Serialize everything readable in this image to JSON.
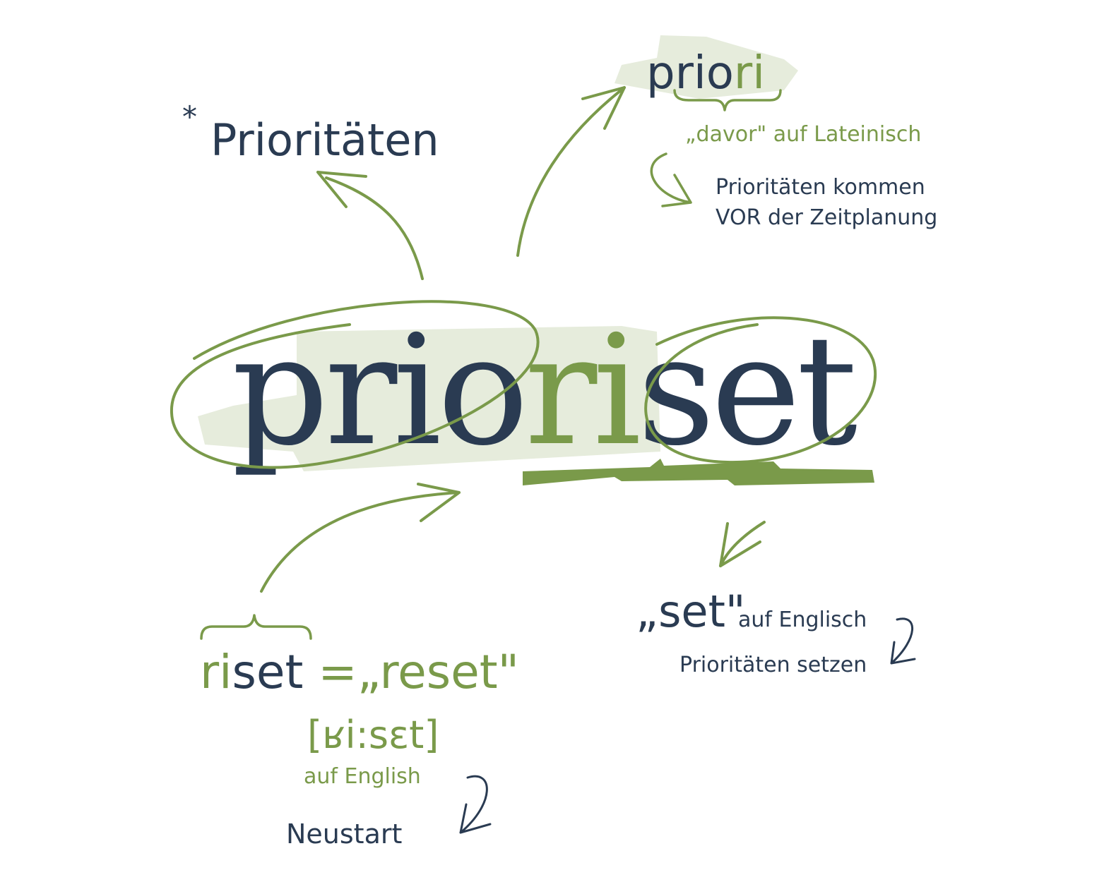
{
  "main_word": {
    "part1": "prio",
    "part2": "ri",
    "part3": "set"
  },
  "top_left": {
    "asterisk": "*",
    "label": "Prioritäten"
  },
  "top_right": {
    "word_a": "prio",
    "word_b": "ri",
    "gloss": "„davor\" auf Lateinisch",
    "note_line1": "Prioritäten kommen",
    "note_line2": "VOR der Zeitplanung"
  },
  "bottom_left": {
    "riset_a": "ri",
    "riset_b": "set",
    "equals": " =„reset\"",
    "phonetic": "[ʁi:sɛt]",
    "language": "auf English",
    "meaning": "Neustart"
  },
  "bottom_right": {
    "set_word": "„set\"",
    "language": "auf Englisch",
    "meaning": "Prioritäten setzen"
  },
  "colors": {
    "navy": "#2a3b52",
    "green": "#7a9a4a",
    "highlight": "#e6ecdc"
  }
}
